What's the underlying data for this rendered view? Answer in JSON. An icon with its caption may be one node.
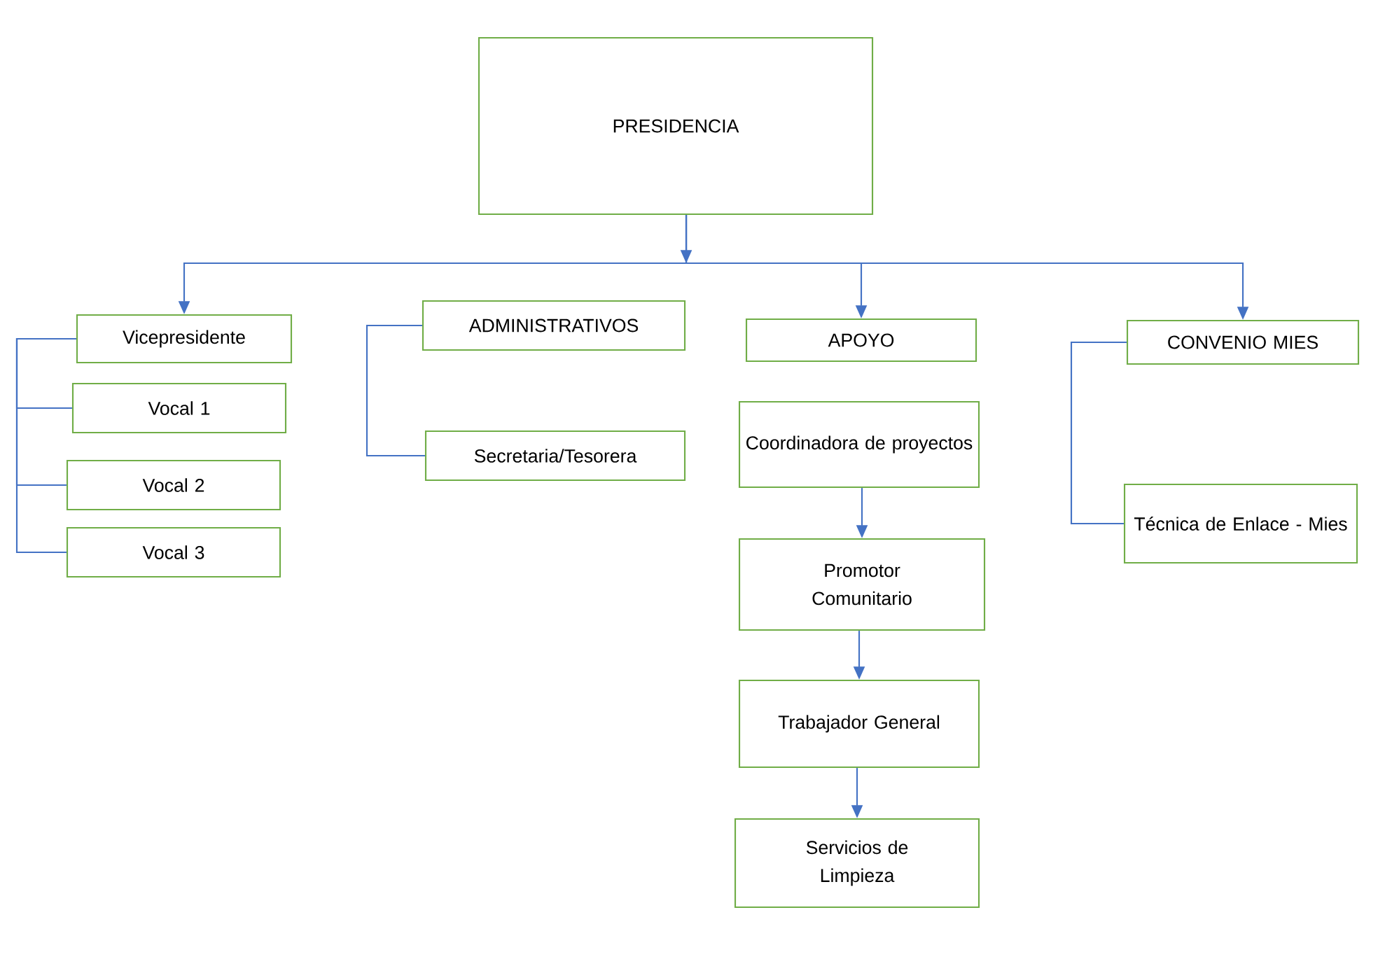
{
  "diagram": {
    "nodes": [
      {
        "text": [
          "PRESIDENCIA"
        ]
      },
      {
        "text": [
          "Vicepresidente"
        ]
      },
      {
        "text": [
          "Vocal 1"
        ]
      },
      {
        "text": [
          "Vocal 2"
        ]
      },
      {
        "text": [
          "Vocal 3"
        ]
      },
      {
        "text": [
          "ADMINISTRATIVOS"
        ]
      },
      {
        "text": [
          "Secretaria/Tesorera"
        ]
      },
      {
        "text": [
          "APOYO"
        ]
      },
      {
        "text": [
          "Coordinadora de proyectos"
        ]
      },
      {
        "text": [
          "Promotor Comunitario"
        ]
      },
      {
        "text": [
          "Trabajador General"
        ]
      },
      {
        "text": [
          "Servicios de Limpieza"
        ]
      },
      {
        "text": [
          "CONVENIO MIES"
        ]
      },
      {
        "text": [
          "Técnica de Enlace - Mies"
        ]
      }
    ],
    "edges": [
      {
        "from": 0,
        "to": 1,
        "arrow": "to"
      },
      {
        "from": 0,
        "to": 7,
        "arrow": "to"
      },
      {
        "from": 0,
        "to": 12,
        "arrow": "to"
      },
      {
        "from": 1,
        "to": 2,
        "arrow": "none"
      },
      {
        "from": 1,
        "to": 3,
        "arrow": "none"
      },
      {
        "from": 1,
        "to": 4,
        "arrow": "none"
      },
      {
        "from": 5,
        "to": 6,
        "arrow": "none"
      },
      {
        "from": 8,
        "to": 9,
        "arrow": "to"
      },
      {
        "from": 9,
        "to": 10,
        "arrow": "to"
      },
      {
        "from": 10,
        "to": 11,
        "arrow": "to"
      },
      {
        "from": 12,
        "to": 13,
        "arrow": "none"
      }
    ]
  }
}
